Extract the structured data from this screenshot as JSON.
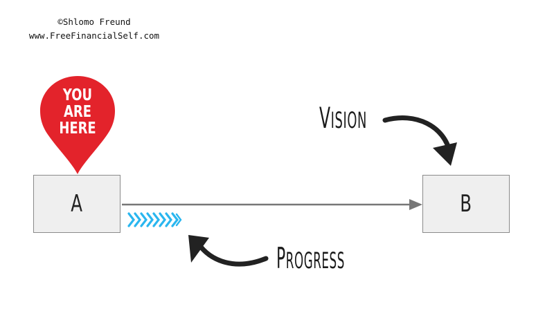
{
  "watermark": {
    "line1": "©Shlomo Freund",
    "line2": "www.FreeFinancialSelf.com"
  },
  "pin": {
    "lines": [
      "YOU",
      "ARE",
      "HERE"
    ],
    "color": "#e3232b"
  },
  "nodes": {
    "start": "A",
    "end": "B"
  },
  "labels": {
    "vision": "Vision",
    "progress": "Progress"
  },
  "colors": {
    "box_fill": "#efefef",
    "box_border": "#8a8a8a",
    "line": "#777777",
    "progress_chevrons": "#29b6ef",
    "curved_arrows": "#222222"
  }
}
